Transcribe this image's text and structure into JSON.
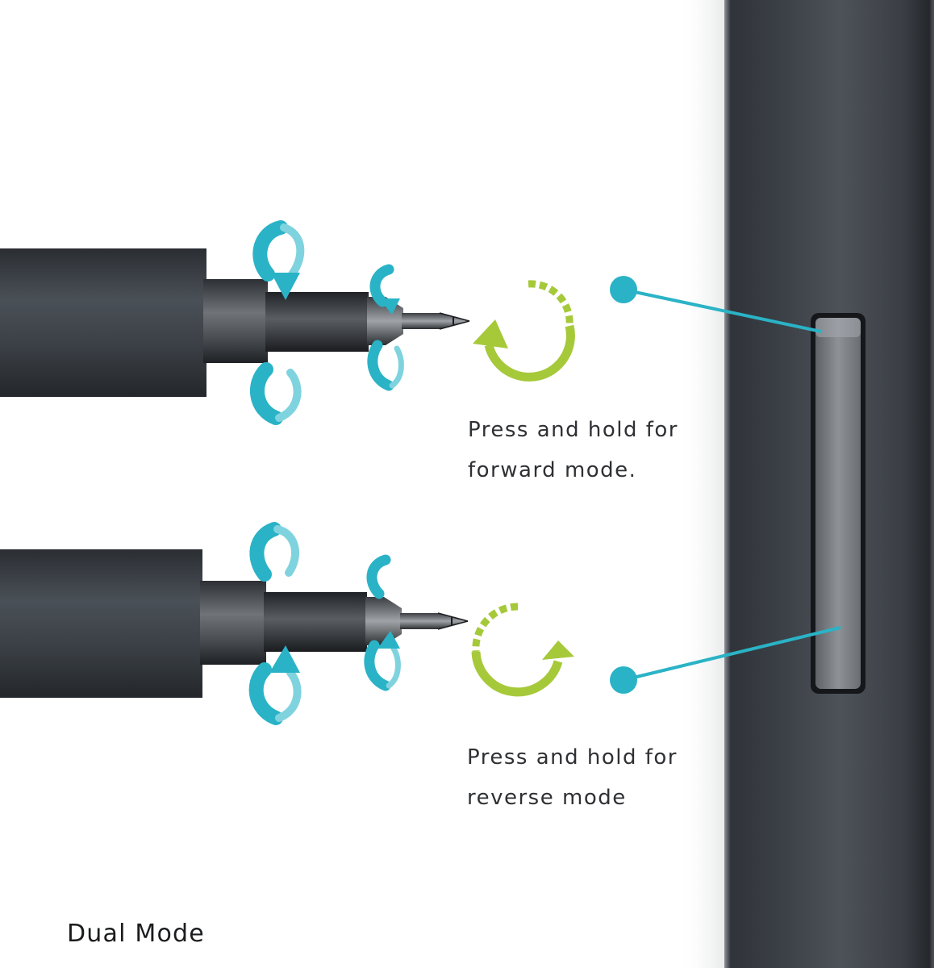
{
  "labels": {
    "forward": [
      "Press and hold for",
      "forward mode."
    ],
    "reverse": [
      "Press and hold for",
      "reverse mode"
    ]
  },
  "caption": "Dual Mode",
  "colors": {
    "accent_blue": "#2ab3c6",
    "accent_green": "#a6c93a",
    "body_dark": "#3b4046",
    "background": "#ffffff"
  },
  "icons": {
    "blue_arrows": "rotation-arrow-icon",
    "forward_arrow": "clockwise-arrow-icon",
    "reverse_arrow": "counterclockwise-arrow-icon",
    "callout_dots": "callout-dot-icon"
  }
}
